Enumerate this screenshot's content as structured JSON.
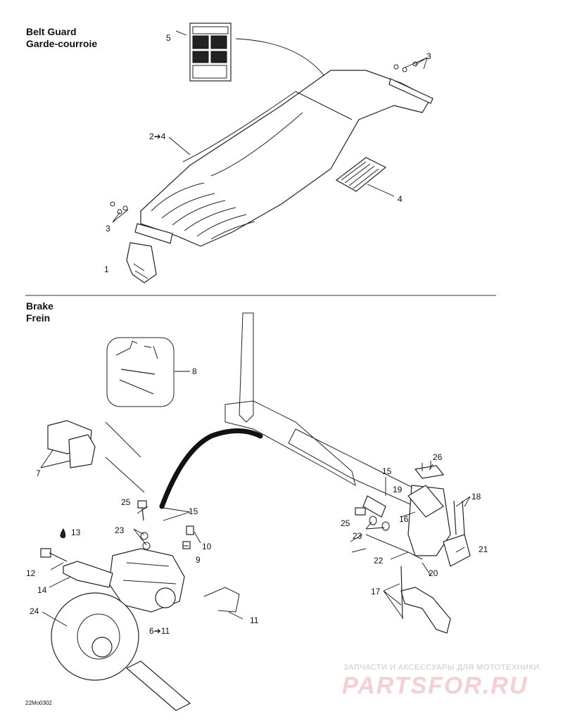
{
  "sections": {
    "belt_guard": {
      "title_en": "Belt Guard",
      "title_fr": "Garde-courroie"
    },
    "brake": {
      "title_en": "Brake",
      "title_fr": "Frein"
    }
  },
  "callouts": {
    "c5": "5",
    "c3a": "3",
    "c24": "2➔4",
    "c4": "4",
    "c3b": "3",
    "c1": "1",
    "c8": "8",
    "c7": "7",
    "c25a": "25",
    "c15a": "15",
    "c23a": "23",
    "c13": "13",
    "c10": "10",
    "c9": "9",
    "c12": "12",
    "c14": "14",
    "c24b": "24",
    "c611": "6➔11",
    "c11": "11",
    "c15b": "15",
    "c26": "26",
    "c19": "19",
    "c18": "18",
    "c25b": "25",
    "c16": "16",
    "c23b": "23",
    "c21": "21",
    "c22": "22",
    "c20": "20",
    "c17": "17"
  },
  "drawing_code": "22Mo0302",
  "watermark": {
    "line1": "ЗАПЧАСТИ И АКСЕССУАРЫ ДЛЯ МОТОТЕХНИКИ",
    "line2": "PARTSFOR.RU"
  }
}
